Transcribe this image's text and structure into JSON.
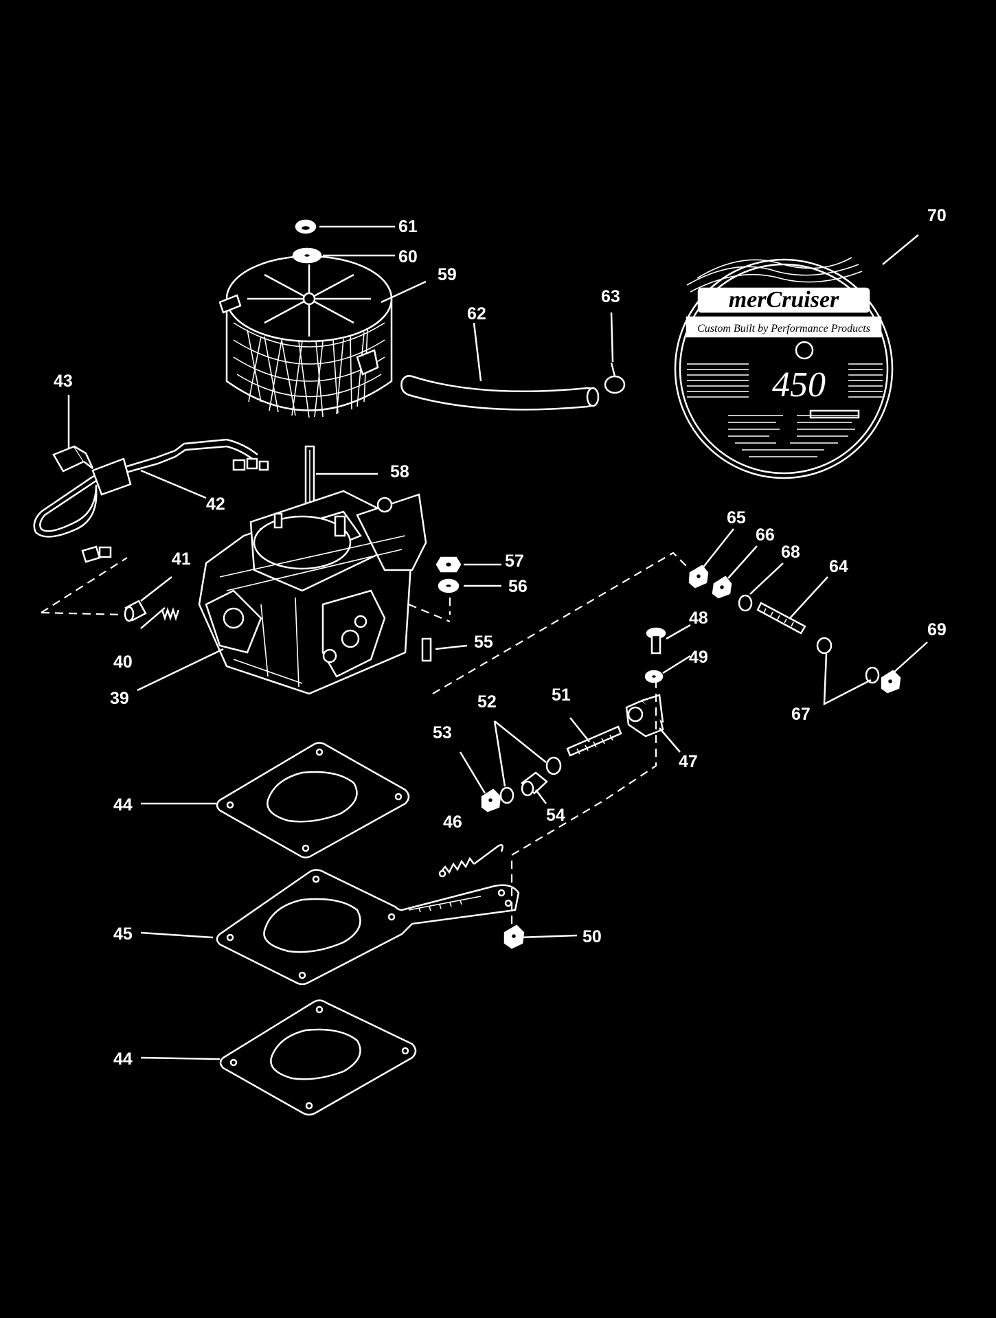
{
  "diagram": {
    "callouts": [
      "39",
      "40",
      "41",
      "42",
      "43",
      "44",
      "44",
      "45",
      "46",
      "47",
      "48",
      "49",
      "50",
      "51",
      "52",
      "53",
      "54",
      "55",
      "56",
      "57",
      "58",
      "59",
      "60",
      "61",
      "62",
      "63",
      "64",
      "65",
      "66",
      "67",
      "68",
      "69",
      "70"
    ]
  },
  "badge": {
    "brand": "merCruiser",
    "tagline": "Custom Built by Performance Products",
    "model": "450"
  },
  "colors": {
    "background": "#000000",
    "linework": "#ffffff"
  }
}
